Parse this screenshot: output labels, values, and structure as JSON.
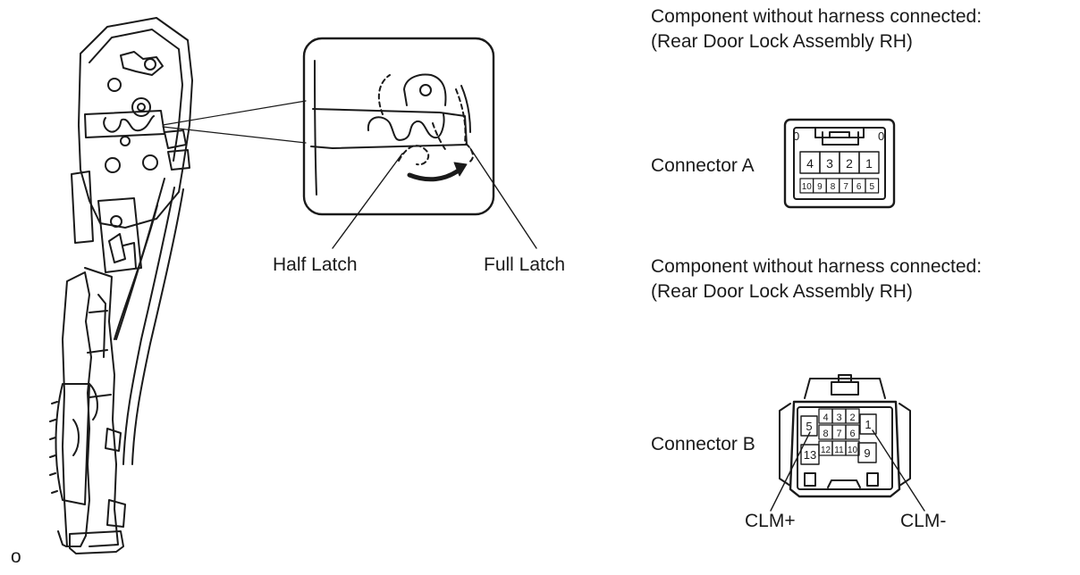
{
  "labels": {
    "half_latch": "Half Latch",
    "full_latch": "Full Latch",
    "figure_code": "o"
  },
  "connector_a": {
    "heading_line1": "Component without harness connected:",
    "heading_line2": "(Rear Door Lock Assembly RH)",
    "name": "Connector A",
    "top_row": [
      "4",
      "3",
      "2",
      "1"
    ],
    "bottom_row": [
      "10",
      "9",
      "8",
      "7",
      "6",
      "5"
    ],
    "mark_left": "0",
    "mark_right": "0"
  },
  "connector_b": {
    "heading_line1": "Component without harness connected:",
    "heading_line2": "(Rear Door Lock Assembly RH)",
    "name": "Connector B",
    "pins": [
      "1",
      "2",
      "3",
      "4",
      "5",
      "6",
      "7",
      "8",
      "9",
      "10",
      "11",
      "12",
      "13"
    ],
    "clm_plus": "CLM+",
    "clm_minus": "CLM-"
  }
}
